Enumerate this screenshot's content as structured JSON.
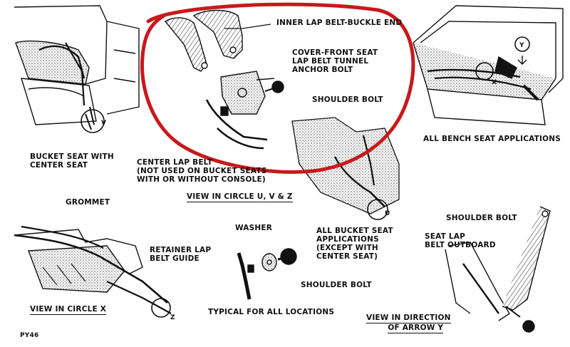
{
  "labels": {
    "inner_lap_belt_buckle_end": "INNER LAP BELT-BUCKLE END",
    "cover_front_seat": [
      "COVER-FRONT SEAT",
      "LAP BELT TUNNEL",
      "ANCHOR BOLT"
    ],
    "shoulder_bolt_top": "SHOULDER BOLT",
    "all_bench_seat_applications": "ALL BENCH SEAT APPLICATIONS",
    "bucket_seat_with_center_seat": [
      "BUCKET SEAT WITH",
      "CENTER SEAT"
    ],
    "center_lap_belt": [
      "CENTER LAP BELT",
      "(NOT USED ON BUCKET SEATS",
      "WITH OR WITHOUT CONSOLE)"
    ],
    "view_in_circle_uvz": "VIEW IN CIRCLE U, V & Z",
    "grommet": "GROMMET",
    "retainer_lap_belt_guide": [
      "RETAINER LAP",
      "BELT GUIDE"
    ],
    "view_in_circle_x": "VIEW IN CIRCLE X",
    "washer": "WASHER",
    "shoulder_bolt_mid": "SHOULDER BOLT",
    "typical_for_all_locations": "TYPICAL FOR ALL LOCATIONS",
    "all_bucket_seat_applications": [
      "ALL BUCKET SEAT",
      "APPLICATIONS",
      "(EXCEPT WITH",
      "CENTER SEAT)"
    ],
    "shoulder_bolt_right": "SHOULDER BOLT",
    "seat_lap_belt_outboard": [
      "SEAT LAP",
      "BELT OUTBOARD"
    ],
    "view_in_direction_of_arrow_y": [
      "VIEW IN DIRECTION",
      "OF ARROW Y"
    ],
    "figure_code": "PY46"
  },
  "callouts": {
    "u": "U",
    "v": "V",
    "x_bench": "X",
    "y": "Y",
    "z": "Z"
  },
  "colors": {
    "ink": "#111111",
    "highlight": "#c8191c",
    "shade": "#9a9a9a"
  }
}
